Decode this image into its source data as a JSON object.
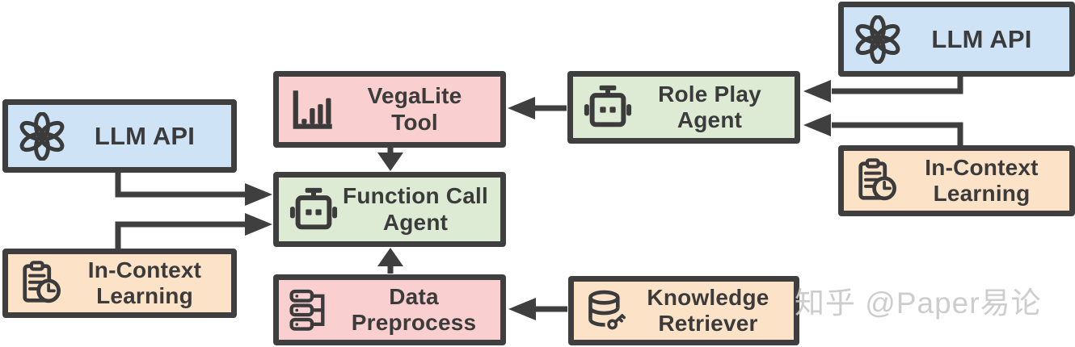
{
  "diagram_title": "",
  "colors": {
    "outline": "#3f3f3f",
    "text": "#3b3b3b",
    "node_blue": "#cfe3f6",
    "node_green": "#ddebd5",
    "node_pink": "#f9cfcf",
    "node_orange": "#fce3c8",
    "watermark": "#c9c9c9"
  },
  "nodes": {
    "llm_api_top_right": {
      "label": "LLM API",
      "icon": "openai-logo",
      "fill": "blue"
    },
    "role_play_agent": {
      "label": "Role Play\nAgent",
      "icon": "robot",
      "fill": "green"
    },
    "in_context_right": {
      "label": "In-Context\nLearning",
      "icon": "clipboard-clock",
      "fill": "orange"
    },
    "vegalite_tool": {
      "label": "VegaLite\nTool",
      "icon": "bar-chart",
      "fill": "pink"
    },
    "llm_api_left": {
      "label": "LLM API",
      "icon": "openai-logo",
      "fill": "blue"
    },
    "in_context_left": {
      "label": "In-Context\nLearning",
      "icon": "clipboard-clock",
      "fill": "orange"
    },
    "function_call_agent": {
      "label": "Function Call\nAgent",
      "icon": "robot",
      "fill": "green"
    },
    "data_preprocess": {
      "label": "Data\nPreprocess",
      "icon": "flow-list",
      "fill": "pink"
    },
    "knowledge_retriever": {
      "label": "Knowledge\nRetriever",
      "icon": "database-key",
      "fill": "orange"
    }
  },
  "edges": [
    {
      "from": "llm_api_top_right",
      "to": "role_play_agent"
    },
    {
      "from": "in_context_right",
      "to": "role_play_agent"
    },
    {
      "from": "role_play_agent",
      "to": "vegalite_tool"
    },
    {
      "from": "vegalite_tool",
      "to": "function_call_agent"
    },
    {
      "from": "llm_api_left",
      "to": "function_call_agent"
    },
    {
      "from": "in_context_left",
      "to": "function_call_agent"
    },
    {
      "from": "data_preprocess",
      "to": "function_call_agent"
    },
    {
      "from": "knowledge_retriever",
      "to": "data_preprocess"
    }
  ],
  "watermark": {
    "text": "知乎 @Paper易论"
  }
}
